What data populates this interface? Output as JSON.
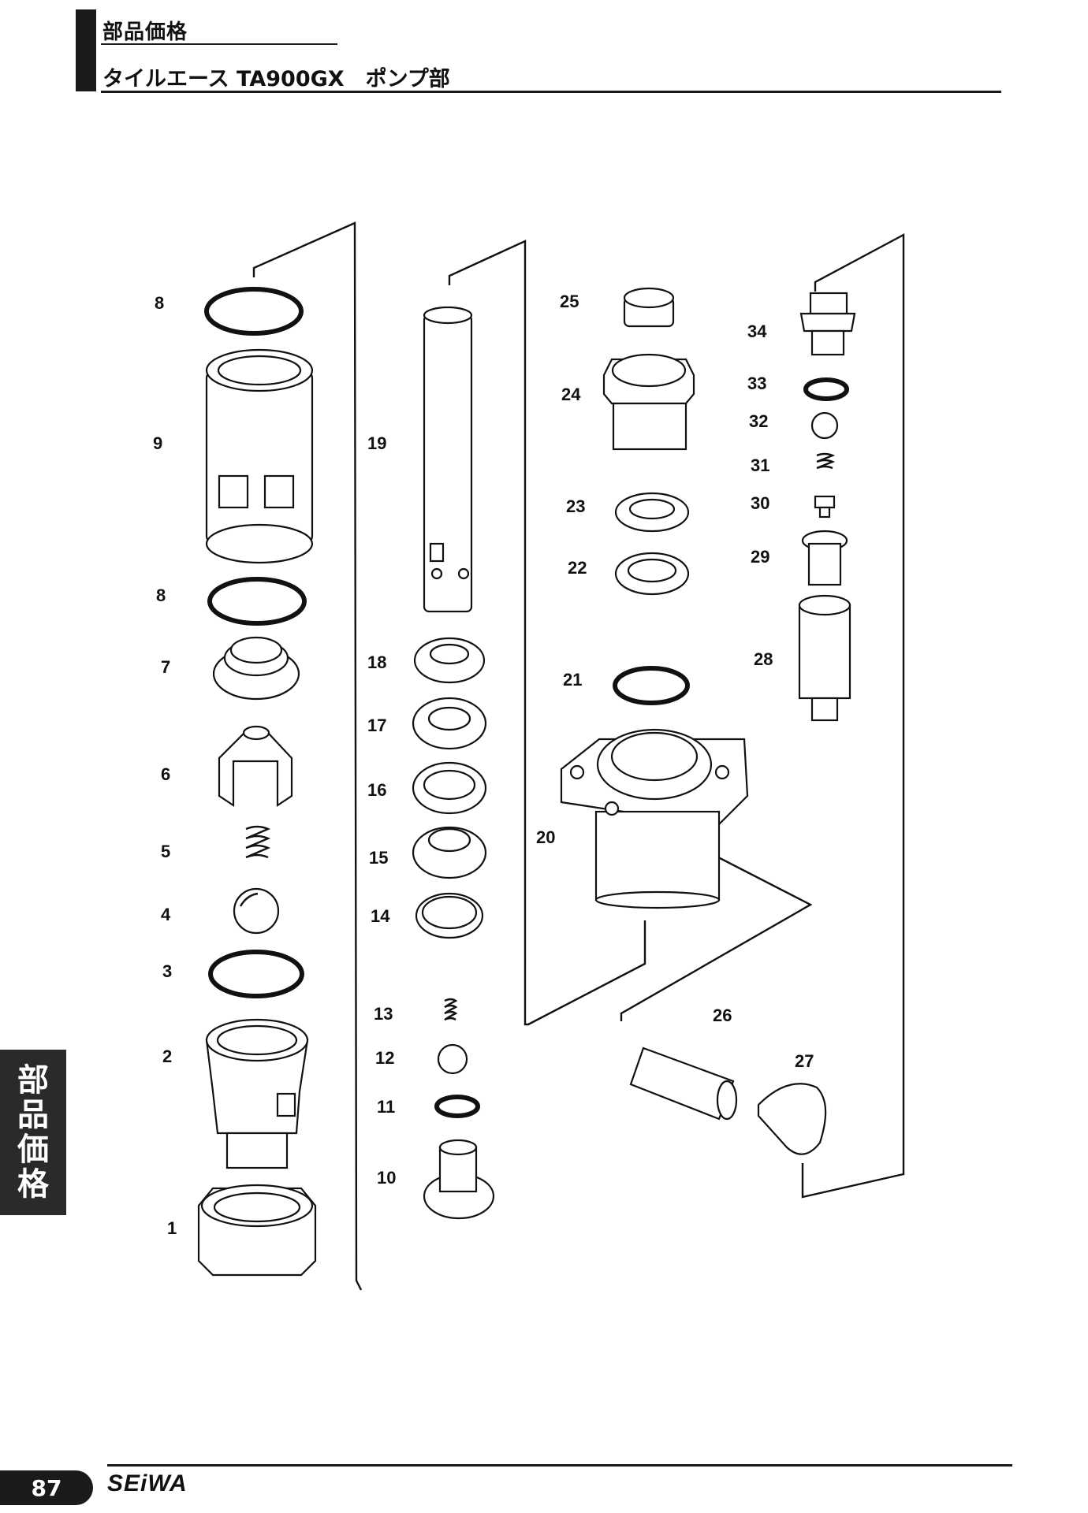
{
  "header": {
    "section_label": "部品価格",
    "page_title": "タイルエース TA900GX　ポンプ部"
  },
  "side_tab": {
    "chars": [
      "部",
      "品",
      "価",
      "格"
    ]
  },
  "footer": {
    "page_number": "87",
    "brand": "SEiWA"
  },
  "callouts": {
    "c1": "1",
    "c2": "2",
    "c3": "3",
    "c4": "4",
    "c5": "5",
    "c6": "6",
    "c7": "7",
    "c8a": "8",
    "c8b": "8",
    "c9": "9",
    "c10": "10",
    "c11": "11",
    "c12": "12",
    "c13": "13",
    "c14": "14",
    "c15": "15",
    "c16": "16",
    "c17": "17",
    "c18": "18",
    "c19": "19",
    "c20": "20",
    "c21": "21",
    "c22": "22",
    "c23": "23",
    "c24": "24",
    "c25": "25",
    "c26": "26",
    "c27": "27",
    "c28": "28",
    "c29": "29",
    "c30": "30",
    "c31": "31",
    "c32": "32",
    "c33": "33",
    "c34": "34"
  }
}
